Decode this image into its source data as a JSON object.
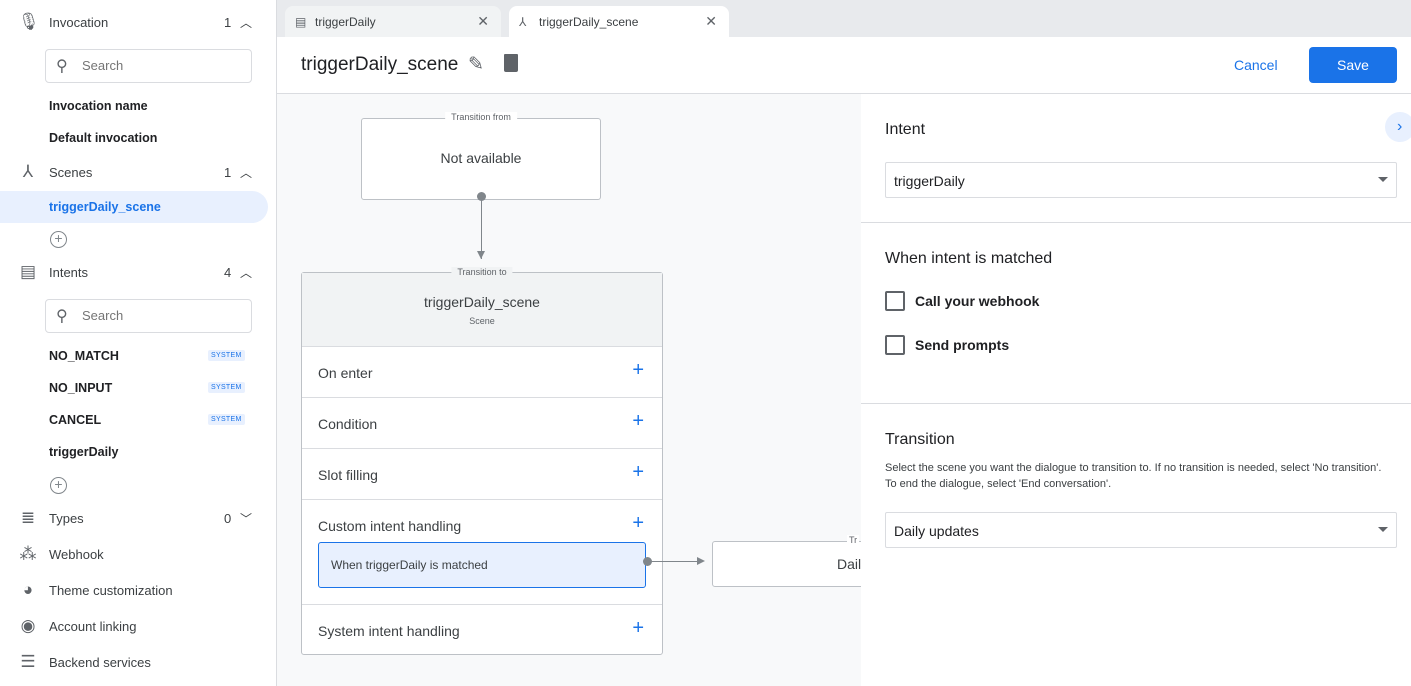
{
  "sidebar": {
    "invocation": {
      "label": "Invocation",
      "count": "1",
      "search_placeholder": "Search",
      "items": [
        "Invocation name",
        "Default invocation"
      ]
    },
    "scenes": {
      "label": "Scenes",
      "count": "1",
      "items": [
        "triggerDaily_scene"
      ]
    },
    "intents": {
      "label": "Intents",
      "count": "4",
      "search_placeholder": "Search",
      "items": [
        {
          "label": "NO_MATCH",
          "badge": "SYSTEM"
        },
        {
          "label": "NO_INPUT",
          "badge": "SYSTEM"
        },
        {
          "label": "CANCEL",
          "badge": "SYSTEM"
        },
        {
          "label": "triggerDaily"
        }
      ]
    },
    "types": {
      "label": "Types",
      "count": "0"
    },
    "webhook": "Webhook",
    "theme": "Theme customization",
    "account": "Account linking",
    "backend": "Backend services"
  },
  "tabs": [
    {
      "label": "triggerDaily",
      "icon": "intent-icon"
    },
    {
      "label": "triggerDaily_scene",
      "icon": "scene-icon",
      "active": true
    }
  ],
  "header": {
    "title": "triggerDaily_scene",
    "cancel": "Cancel",
    "save": "Save"
  },
  "canvas": {
    "from": {
      "legend": "Transition from",
      "text": "Not available"
    },
    "scene": {
      "legend": "Transition to",
      "title": "triggerDaily_scene",
      "subtitle": "Scene",
      "rows": [
        "On enter",
        "Condition",
        "Slot filling",
        "Custom intent handling",
        "System intent handling"
      ],
      "handler": "When triggerDaily is matched"
    },
    "target": {
      "legend": "Tr",
      "text": "Dail"
    }
  },
  "panel": {
    "intent_heading": "Intent",
    "intent_value": "triggerDaily",
    "matched_heading": "When intent is matched",
    "webhook": "Call your webhook",
    "prompts": "Send prompts",
    "transition_heading": "Transition",
    "transition_help": "Select the scene you want the dialogue to transition to. If no transition is needed, select 'No transition'. To end the dialogue, select 'End conversation'.",
    "transition_value": "Daily updates"
  },
  "colors": {
    "accent": "#1a73e8",
    "selected_bg": "#e8f0fe"
  }
}
